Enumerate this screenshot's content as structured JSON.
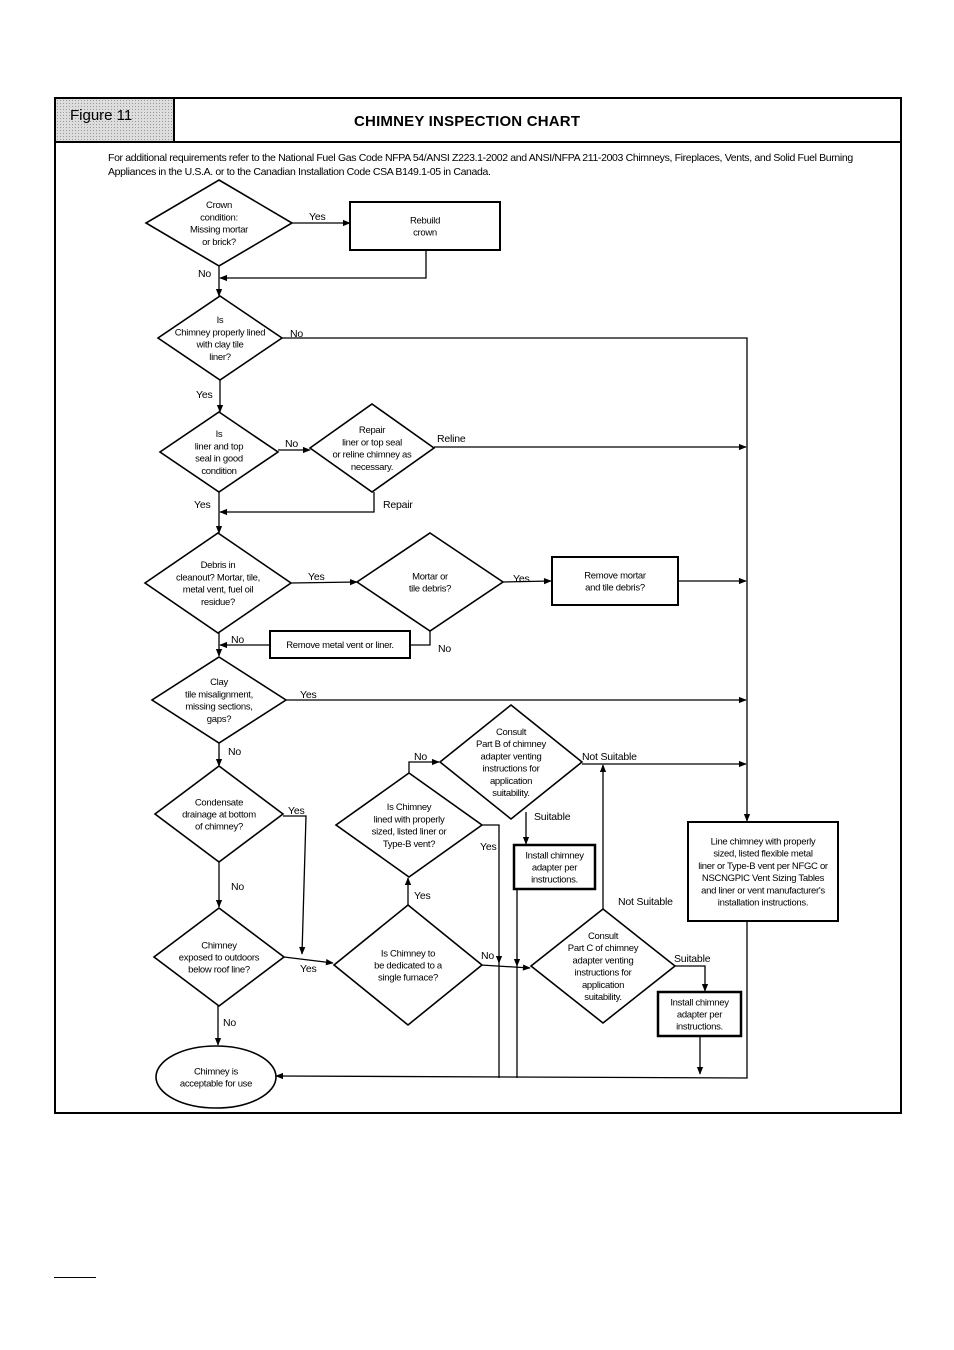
{
  "figure_label": "Figure 11",
  "title": "CHIMNEY INSPECTION CHART",
  "note": "For additional requirements refer to the National Fuel Gas Code NFPA 54/ANSI Z223.1-2002 and ANSI/NFPA 211-2003 Chimneys, Fireplaces, Vents, and Solid Fuel Burning Appliances in the U.S.A. or to the Canadian Installation Code CSA B149.1-05 in Canada.",
  "nodes": {
    "crown": {
      "type": "decision",
      "lines": [
        "Crown",
        "condition:",
        "Missing mortar",
        "or brick?"
      ]
    },
    "rebuild": {
      "type": "process",
      "lines": [
        "Rebuild",
        "crown"
      ]
    },
    "lined_clay": {
      "type": "decision",
      "lines": [
        "Is",
        "Chimney properly lined",
        "with clay tile",
        "liner?"
      ]
    },
    "liner_seal": {
      "type": "decision",
      "lines": [
        "Is",
        "liner and top",
        "seal in good",
        "condition"
      ]
    },
    "repair": {
      "type": "decision",
      "lines": [
        "Repair",
        "liner or top seal",
        "or reline chimney as",
        "necessary."
      ]
    },
    "debris": {
      "type": "decision",
      "lines": [
        "Debris in",
        "cleanout? Mortar, tile,",
        "metal vent, fuel oil",
        "residue?"
      ]
    },
    "mortar_debris": {
      "type": "decision",
      "lines": [
        "Mortar or",
        "tile debris?"
      ]
    },
    "remove_mortar": {
      "type": "process",
      "lines": [
        "Remove mortar",
        "and tile debris?"
      ]
    },
    "remove_metal": {
      "type": "process",
      "lines": [
        "Remove metal vent or liner."
      ]
    },
    "clay_misalign": {
      "type": "decision",
      "lines": [
        "Clay",
        "tile misalignment,",
        "missing sections,",
        "gaps?"
      ]
    },
    "condensate": {
      "type": "decision",
      "lines": [
        "Condensate",
        "drainage at bottom",
        "of chimney?"
      ]
    },
    "exposed": {
      "type": "decision",
      "lines": [
        "Chimney",
        "exposed to outdoors",
        "below roof line?"
      ]
    },
    "dedicated": {
      "type": "decision",
      "lines": [
        "Is Chimney to",
        "be dedicated to a",
        "single furnace?"
      ]
    },
    "lined_listed": {
      "type": "decision",
      "lines": [
        "Is Chimney",
        "lined with properly",
        "sized, listed liner or",
        "Type-B vent?"
      ]
    },
    "part_b": {
      "type": "decision",
      "lines": [
        "Consult",
        "Part B of chimney",
        "adapter venting",
        "instructions for",
        "application",
        "suitability."
      ]
    },
    "install_b": {
      "type": "process",
      "lines": [
        "Install chimney",
        "adapter per",
        "instructions."
      ]
    },
    "part_c": {
      "type": "decision",
      "lines": [
        "Consult",
        "Part C of chimney",
        "adapter venting",
        "instructions for",
        "application",
        "suitability."
      ]
    },
    "install_c": {
      "type": "process",
      "lines": [
        "Install chimney",
        "adapter per",
        "instructions."
      ]
    },
    "line_chimney": {
      "type": "process",
      "lines": [
        "Line chimney with properly",
        "sized, listed flexible metal",
        "liner or Type-B vent per NFGC or",
        "NSCNGPIC Vent Sizing Tables",
        "and liner or vent manufacturer's",
        "installation instructions."
      ]
    },
    "acceptable": {
      "type": "terminal",
      "lines": [
        "Chimney is",
        "acceptable for use"
      ]
    }
  },
  "edge_labels": {
    "crown_yes": "Yes",
    "crown_no": "No",
    "lined_clay_no": "No",
    "lined_clay_yes": "Yes",
    "liner_seal_no": "No",
    "repair_reline": "Reline",
    "repair_repair": "Repair",
    "liner_seal_yes": "Yes",
    "debris_yes": "Yes",
    "mortar_yes": "Yes",
    "debris_no": "No",
    "mortar_no": "No",
    "clay_yes": "Yes",
    "clay_no": "No",
    "condensate_yes": "Yes",
    "condensate_no": "No",
    "exposed_yes": "Yes",
    "exposed_no": "No",
    "dedicated_yes": "Yes",
    "dedicated_no": "No",
    "lined_listed_no": "No",
    "lined_listed_yes": "Yes",
    "part_b_suitable": "Suitable",
    "part_b_not": "Not Suitable",
    "part_c_not": "Not Suitable",
    "part_c_suitable": "Suitable"
  }
}
